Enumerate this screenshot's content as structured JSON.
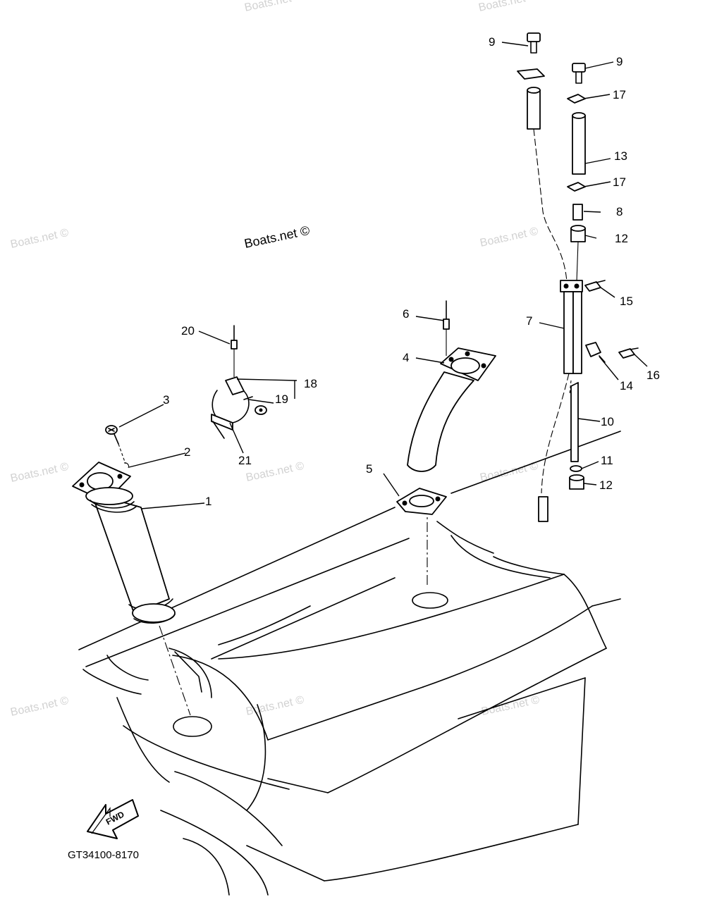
{
  "watermark_text": "Boats.net ©",
  "brand_text": "Boats.net ©",
  "direction_label": "FWD",
  "figure_code": "GT34100-8170",
  "callouts": {
    "c1": "1",
    "c2": "2",
    "c3": "3",
    "c4": "4",
    "c5": "5",
    "c6": "6",
    "c7": "7",
    "c8": "8",
    "c9a": "9",
    "c9b": "9",
    "c10": "10",
    "c11": "11",
    "c12a": "12",
    "c12b": "12",
    "c13": "13",
    "c14": "14",
    "c15": "15",
    "c16": "16",
    "c17a": "17",
    "c17b": "17",
    "c18": "18",
    "c19": "19",
    "c20": "20",
    "c21": "21"
  }
}
